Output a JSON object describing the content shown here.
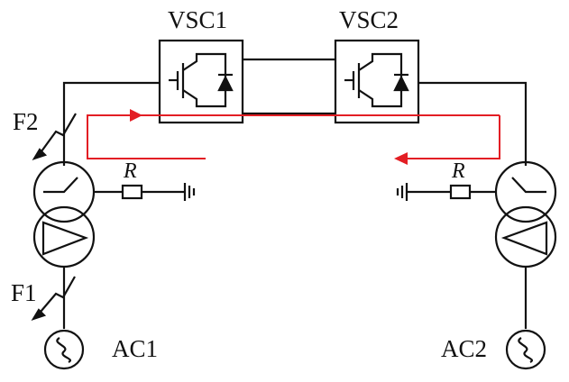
{
  "labels": {
    "vsc1": "VSC1",
    "vsc2": "VSC2",
    "f1": "F1",
    "f2": "F2",
    "r_left": "R",
    "r_right": "R",
    "ac1": "AC1",
    "ac2": "AC2"
  },
  "colors": {
    "line": "#111111",
    "current_path": "#e31e24"
  }
}
